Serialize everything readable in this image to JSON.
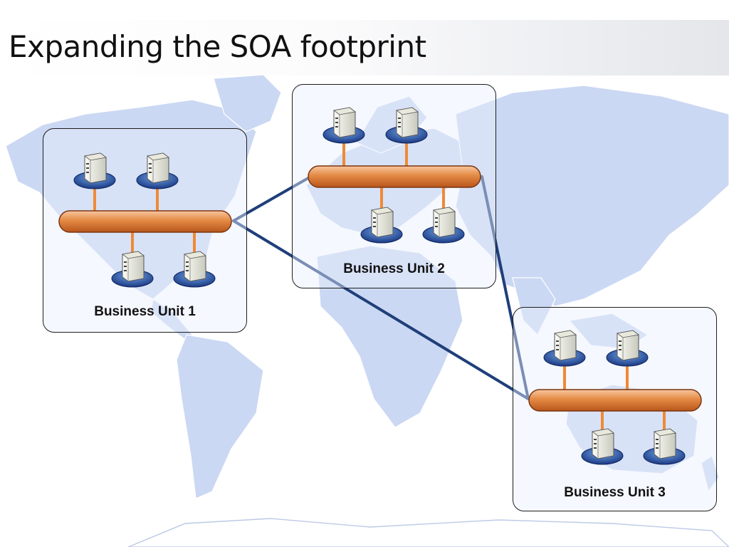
{
  "slide": {
    "title": "Expanding the SOA footprint"
  },
  "colors": {
    "map_land": "#c9d6f3",
    "map_border": "#ffffff",
    "bus_orange": "#e07a2e",
    "link_navy": "#1f3f7a",
    "box_border": "#1d1d1d"
  },
  "units": [
    {
      "label": "Business Unit 1",
      "servers": 4
    },
    {
      "label": "Business Unit 2",
      "servers": 4
    },
    {
      "label": "Business Unit 3",
      "servers": 4
    }
  ],
  "links": [
    {
      "from": "Business Unit 1",
      "to": "Business Unit 2"
    },
    {
      "from": "Business Unit 1",
      "to": "Business Unit 3"
    },
    {
      "from": "Business Unit 2",
      "to": "Business Unit 3"
    }
  ],
  "icons": {
    "server": "server-icon",
    "bus": "service-bus-pipe"
  }
}
